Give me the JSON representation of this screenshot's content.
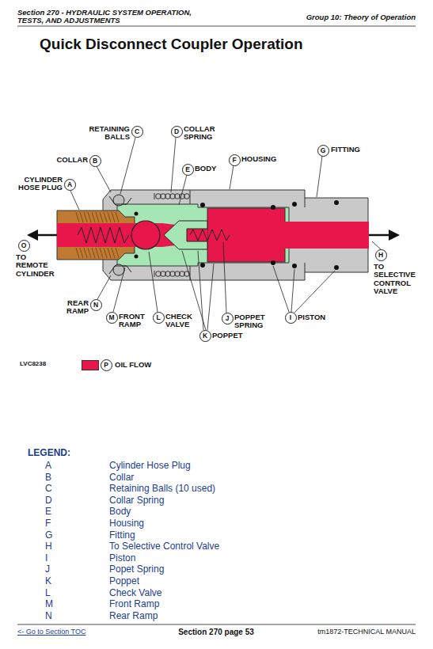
{
  "diagram": {
    "title": "Quick Disconnect Coupler Operation",
    "labels": [
      "Section 270 - HYDRAULIC SYSTEM OPERATION, TESTS, AND ADJUSTMENTS",
      "Group 10: Theory of Operation",
      "RETAINING BALLS",
      "C",
      "COLLAR SPRING",
      "D",
      "COLLAR",
      "B",
      "BODY",
      "E",
      "HOUSING",
      "F",
      "FITTING",
      "G",
      "CYLINDER HOSE PLUG",
      "A",
      "O",
      "TO REMOTE CYLINDER",
      "H",
      "TO SELECTIVE CONTROL VALVE",
      "REAR RAMP",
      "N",
      "M",
      "FRONT RAMP",
      "L",
      "CHECK VALVE",
      "J",
      "POPPET SPRING",
      "K",
      "POPPET",
      "I",
      "PISTON",
      "LVC8238",
      "P",
      "LEGEND:",
      "A",
      "Cylinder Hose Plug",
      "B",
      "Collar",
      "C",
      "Retaining Balls (10 used)",
      "D",
      "Collar Spring",
      "E",
      "Body",
      "F",
      "Housing",
      "G",
      "Fitting",
      "H",
      "To Selective Control Valve",
      "I",
      "Piston",
      "J",
      "Popet Spring",
      "K",
      "Poppet",
      "L",
      "Check Valve",
      "M",
      "Front Ramp",
      "N",
      "Rear Ramp",
      "<- Go to Section TOC",
      "Section 270 page 53",
      "tm1872-TECHNICAL MANUAL"
    ],
    "legend": [
      {
        "text": "OIL FLOW",
        "color": "#e8174b"
      }
    ]
  }
}
